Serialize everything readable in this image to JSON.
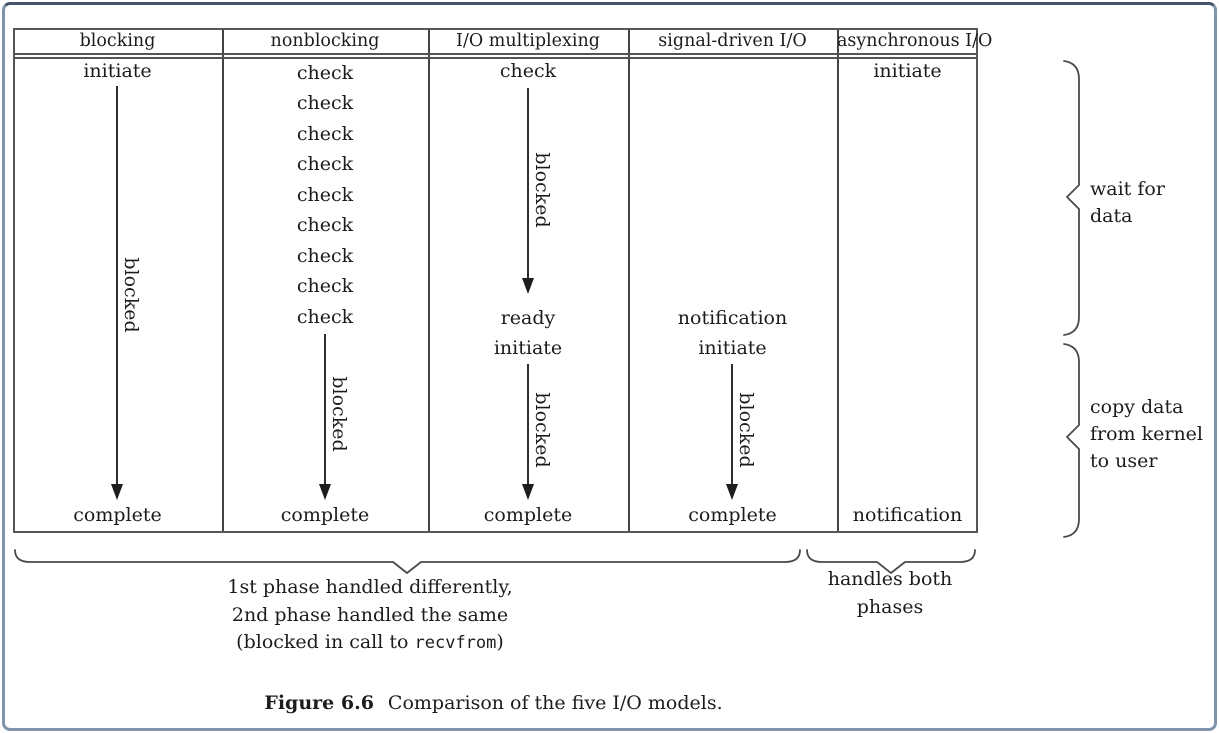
{
  "headers": [
    "blocking",
    "nonblocking",
    "I/O multiplexing",
    "signal-driven I/O",
    "asynchronous I/O"
  ],
  "blocking": {
    "initiate": "initiate",
    "blocked": "blocked",
    "complete": "complete"
  },
  "nonblocking": {
    "checks": [
      "check",
      "check",
      "check",
      "check",
      "check",
      "check",
      "check",
      "check",
      "check"
    ],
    "blocked": "blocked",
    "complete": "complete"
  },
  "multiplexing": {
    "check": "check",
    "blocked_wait": "blocked",
    "ready": "ready",
    "initiate": "initiate",
    "blocked_copy": "blocked",
    "complete": "complete"
  },
  "signal_driven": {
    "notification": "notification",
    "initiate": "initiate",
    "blocked": "blocked",
    "complete": "complete"
  },
  "asynchronous": {
    "initiate": "initiate",
    "notification": "notification"
  },
  "phase_labels": {
    "wait_line1": "wait for",
    "wait_line2": "data",
    "copy_line1": "copy data",
    "copy_line2": "from kernel",
    "copy_line3": "to user"
  },
  "bottom_notes": {
    "first_line1": "1st phase handled differently,",
    "first_line2": "2nd phase handled the same",
    "first_line3_prefix": "(blocked in call to ",
    "first_line3_code": "recvfrom",
    "first_line3_suffix": ")",
    "second_line1": "handles both",
    "second_line2": "phases"
  },
  "caption": {
    "label": "Figure 6.6",
    "text": "Comparison of the five I/O models."
  },
  "colors": {
    "frame_border": "#8094ab",
    "frame_border_top": "#42536a",
    "rule": "#4a4a4a",
    "text": "#1c1c1c"
  }
}
